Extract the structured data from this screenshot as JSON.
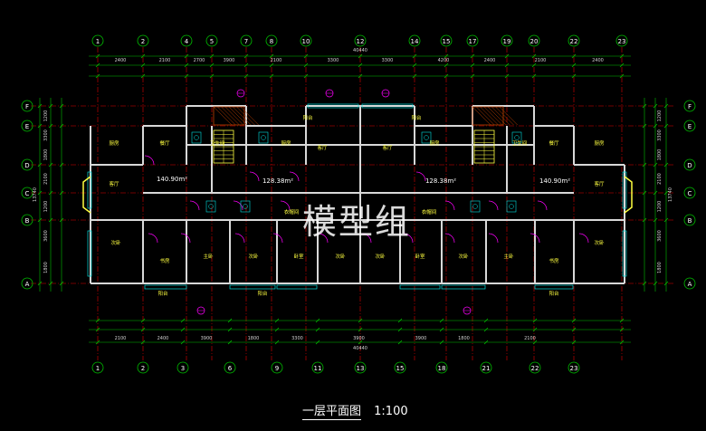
{
  "drawing": {
    "title": "一层平面图",
    "scale": "1:100",
    "watermark": "模型组",
    "colors": {
      "background": "#000000",
      "grid_axis": "#e00000",
      "wall": "#d8d8d8",
      "bubble": "#00c000",
      "dimension": "#00c000",
      "dim_text": "#d0d0d0",
      "door": "#ff00ff",
      "window": "#00e0e0",
      "label": "#ffff40",
      "area_text": "#ffffff"
    }
  },
  "axes": {
    "columns": [
      "1",
      "2",
      "4",
      "5",
      "7",
      "8",
      "10",
      "12",
      "14",
      "15",
      "17",
      "19",
      "20",
      "22",
      "23"
    ],
    "columns_bottom": [
      "1",
      "2",
      "3",
      "6",
      "9",
      "11",
      "13",
      "15",
      "18",
      "21",
      "22",
      "23"
    ],
    "rows": [
      "F",
      "E",
      "D",
      "C",
      "B",
      "A"
    ]
  },
  "dimensions": {
    "top_total": "40440",
    "bottom_total": "40440",
    "top_row1": [
      "2400",
      "2100",
      "2700",
      "3900",
      "2100",
      "3300",
      "3300",
      "4200",
      "2400",
      "2100",
      "2400"
    ],
    "bottom_row1": [
      "2100",
      "2400",
      "3900",
      "1800",
      "3300",
      "3900",
      "3900",
      "1800",
      "2100"
    ],
    "left_total": "13740",
    "left_parts": [
      "1200",
      "3300",
      "1800",
      "2100",
      "1200",
      "3600",
      "1800"
    ]
  },
  "areas": [
    "140.90m²",
    "128.38m²",
    "128.38m²",
    "140.90m²"
  ],
  "rooms": {
    "kitchen": "厨房",
    "dining": "餐厅",
    "living": "客厅",
    "bedroom": "卧室",
    "master": "主卧",
    "second": "次卧",
    "study": "书房",
    "bath": "卫生间",
    "balcony": "阳台",
    "stairs": "楼梯间",
    "closet": "衣帽间"
  }
}
